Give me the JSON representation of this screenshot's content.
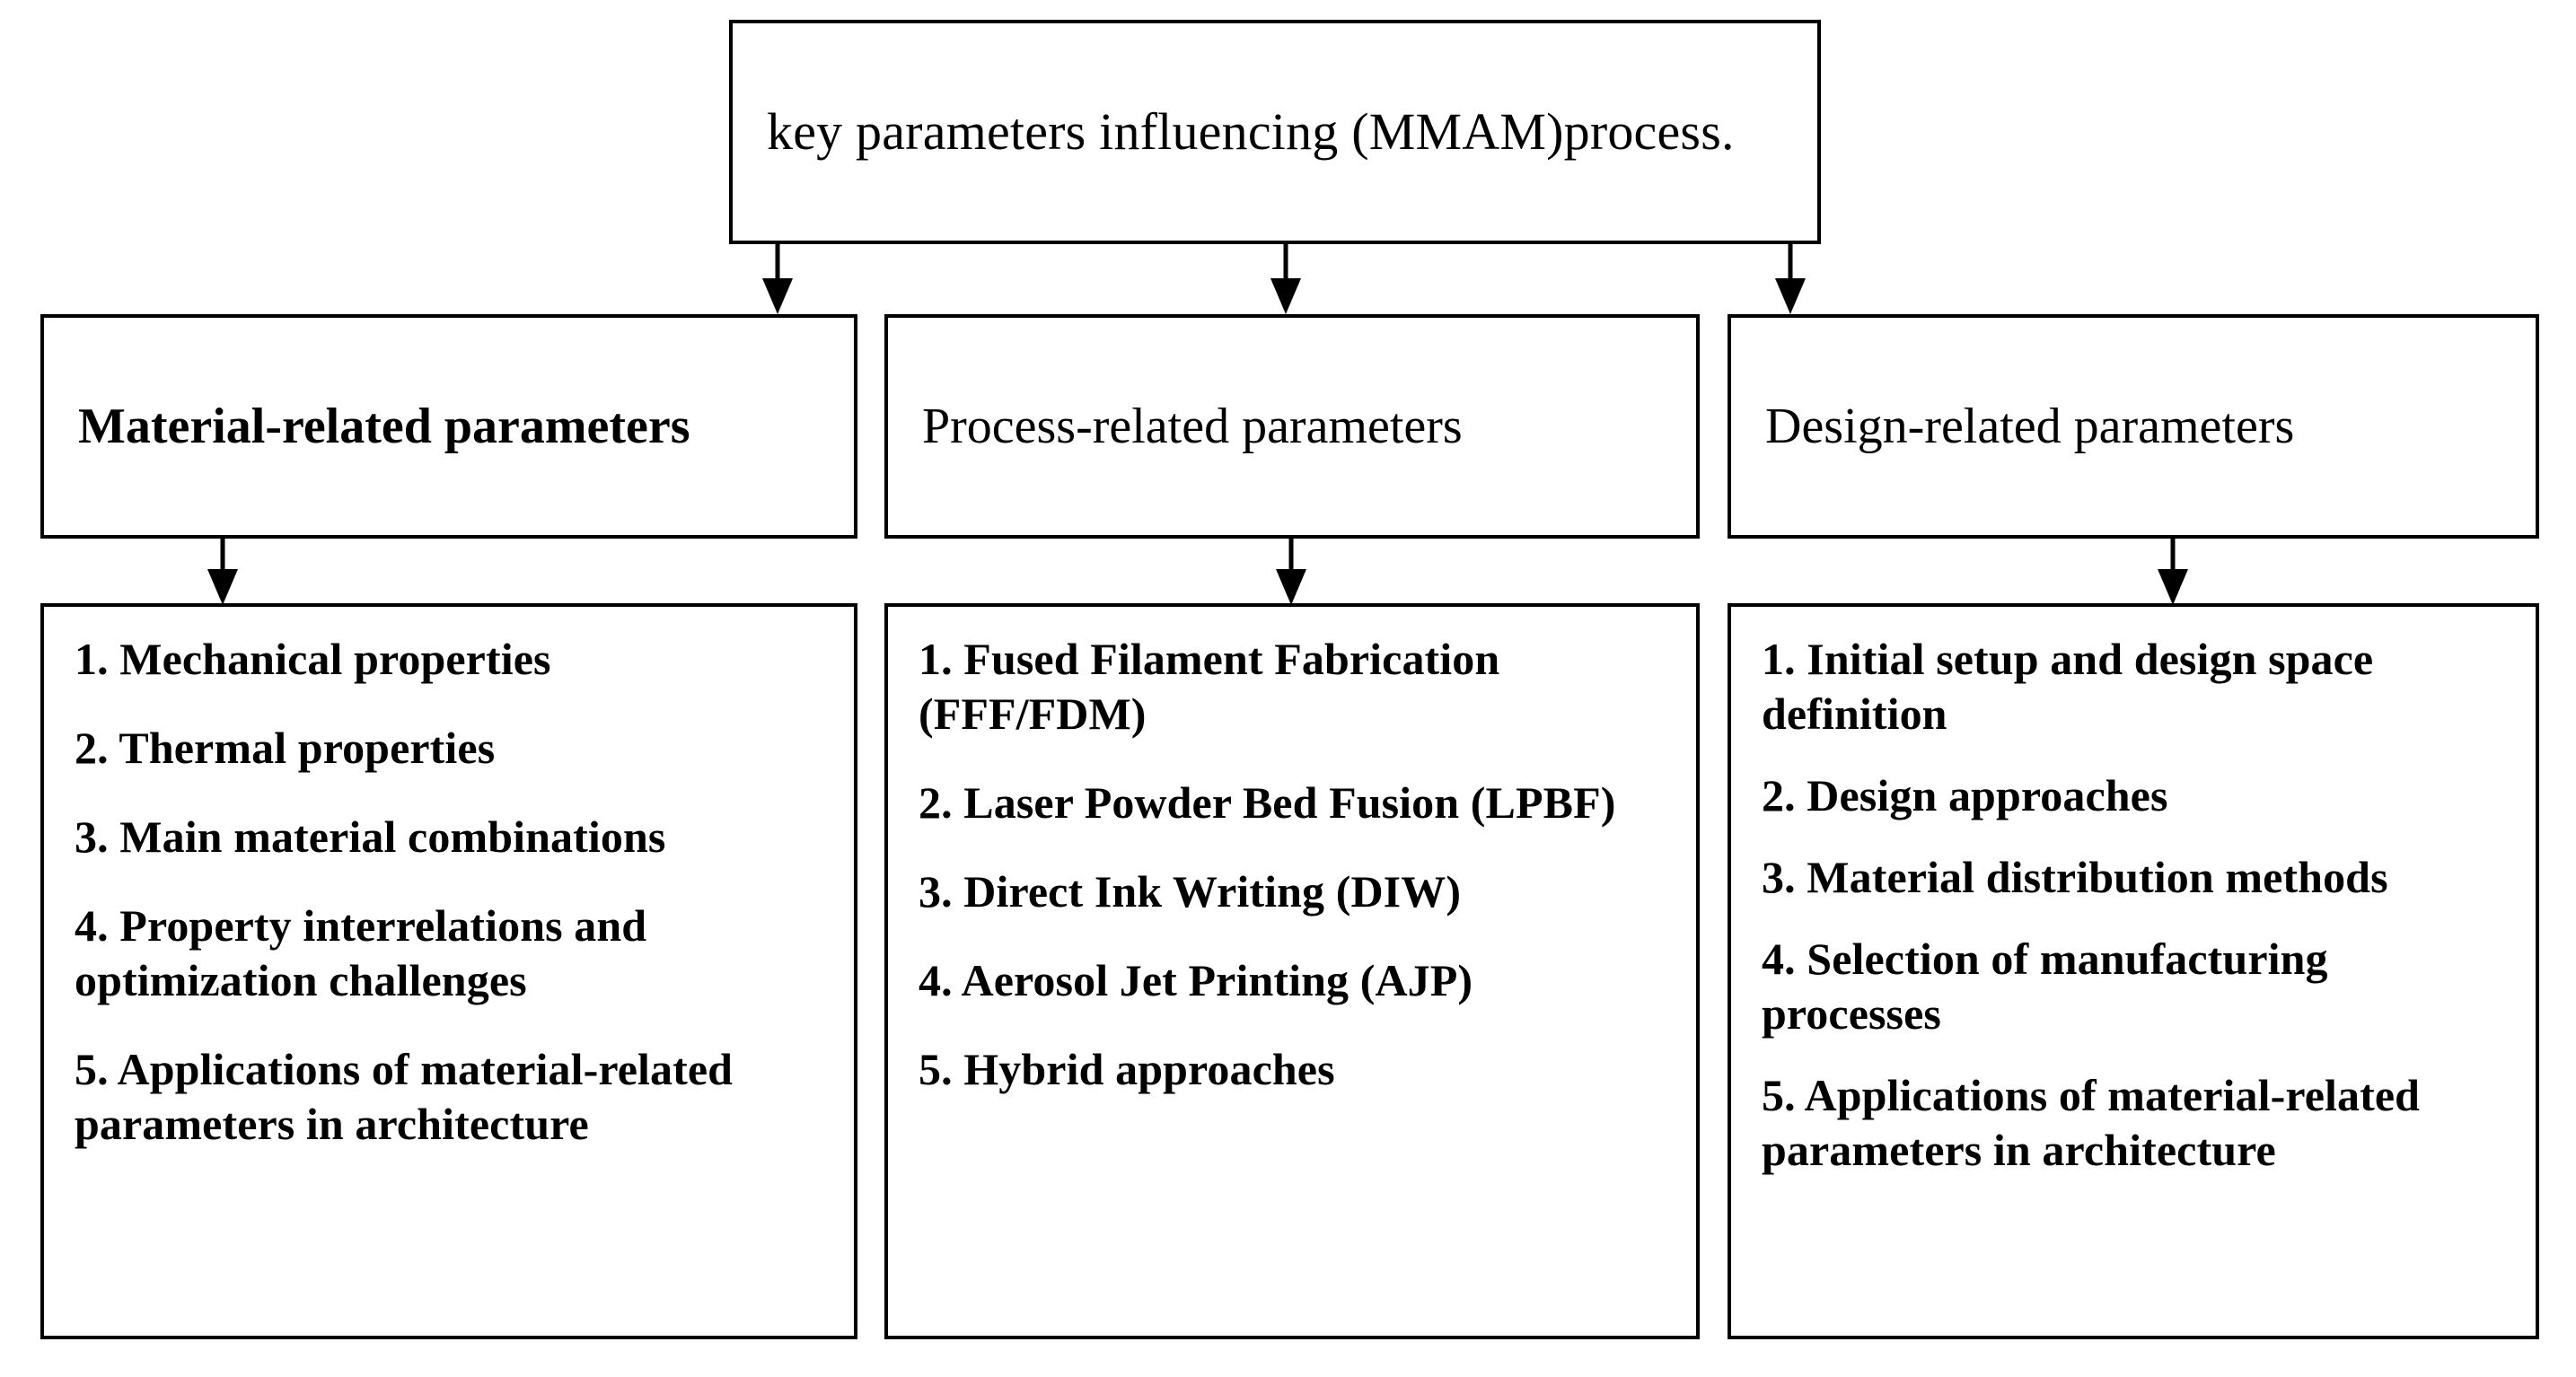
{
  "diagram": {
    "title_box": {
      "text": "key parameters influencing (MMAM)process."
    },
    "columns": [
      {
        "header": "Material-related parameters",
        "items": [
          "1. Mechanical properties",
          "2. Thermal properties",
          "3. Main material combinations",
          "4. Property interrelations and optimization challenges",
          "5. Applications of material-related parameters in architecture"
        ]
      },
      {
        "header": "Process-related parameters",
        "items": [
          "1. Fused Filament Fabrication (FFF/FDM)",
          "2. Laser Powder Bed Fusion (LPBF)",
          "3. Direct Ink Writing (DIW)",
          "4. Aerosol Jet Printing (AJP)",
          "5. Hybrid approaches"
        ]
      },
      {
        "header": "Design-related parameters",
        "items": [
          "1. Initial setup and design space definition",
          "2. Design approaches",
          "3. Material distribution methods",
          "4. Selection of manufacturing processes",
          "5. Applications of material-related parameters in architecture"
        ]
      }
    ],
    "colors": {
      "stroke": "#000000",
      "background": "#ffffff",
      "text": "#000000"
    }
  }
}
